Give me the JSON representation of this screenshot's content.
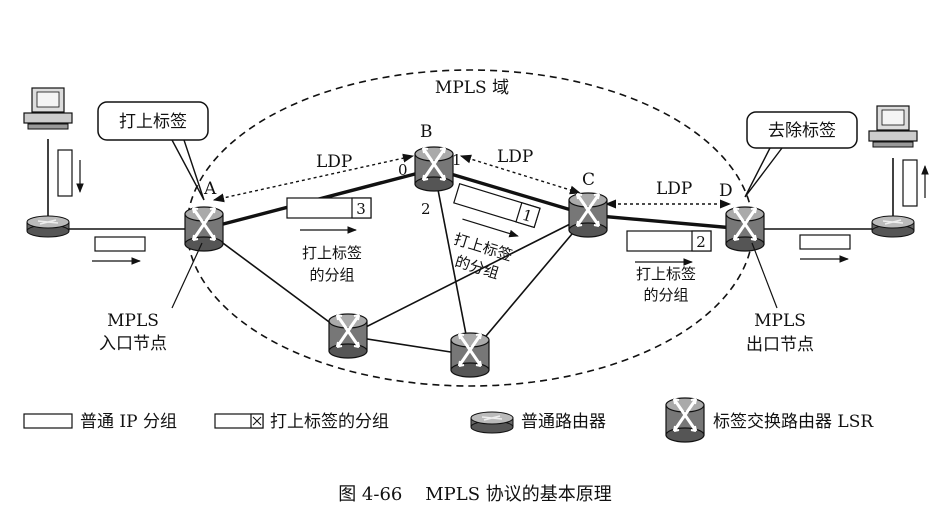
{
  "domain_label": "MPLS 域",
  "callouts": {
    "push_label": "打上标签",
    "pop_label": "去除标签"
  },
  "ldp_label": "LDP",
  "routers": {
    "a": "A",
    "b": "B",
    "c": "C",
    "d": "D"
  },
  "port_numbers": {
    "b_in": "0",
    "b_out": "1",
    "b_down": "2"
  },
  "packet_labels": {
    "ab": "3",
    "bc": "1",
    "cd": "2"
  },
  "packet_caption": [
    "打上标签",
    "的分组"
  ],
  "ingress": [
    "MPLS",
    "入口节点"
  ],
  "egress": [
    "MPLS",
    "出口节点"
  ],
  "legend": {
    "ip_packet": "普通 IP 分组",
    "labeled_packet": "打上标签的分组",
    "router": "普通路由器",
    "lsr": "标签交换路由器 LSR"
  },
  "figure_caption": "图 4-66    MPLS 协议的基本原理"
}
